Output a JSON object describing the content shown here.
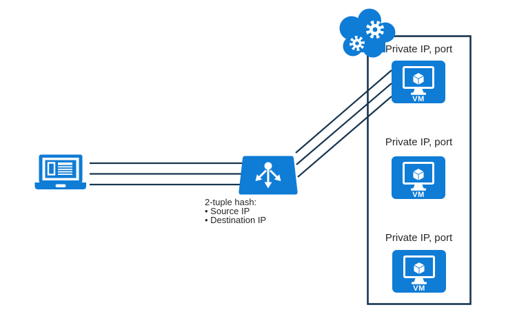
{
  "colors": {
    "azure_blue": "#0f7cd6",
    "line_navy": "#17354f",
    "text_dark": "#262626"
  },
  "load_balancer": {
    "hash_title": "2-tuple hash:",
    "hash_items": [
      "• Source IP",
      "• Destination IP"
    ]
  },
  "backend_pool": {
    "vm_badge": "VM",
    "vms": [
      {
        "label": "Private IP, port"
      },
      {
        "label": "Private IP, port"
      },
      {
        "label": "Private IP, port"
      }
    ]
  }
}
